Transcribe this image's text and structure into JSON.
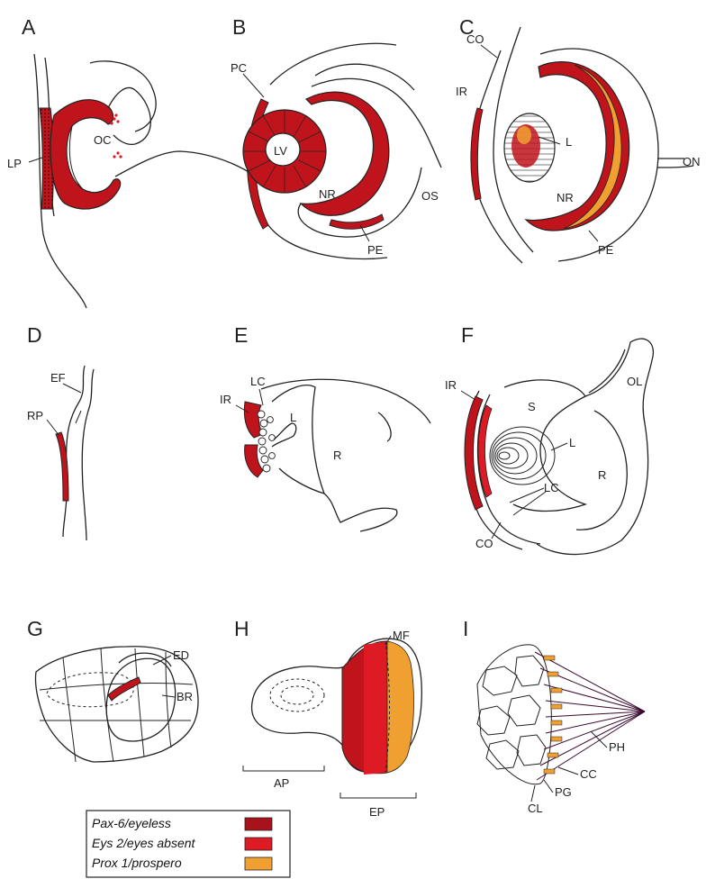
{
  "colors": {
    "pax6": "#a8121a",
    "eys2": "#de1a24",
    "prox1": "#f0a030",
    "line": "#222222"
  },
  "panels": {
    "A": {
      "letter": "A",
      "labels": {
        "lp": "LP",
        "oc": "OC"
      }
    },
    "B": {
      "letter": "B",
      "labels": {
        "pc": "PC",
        "lv": "LV",
        "nr": "NR",
        "os": "OS",
        "pe": "PE"
      }
    },
    "C": {
      "letter": "C",
      "labels": {
        "co": "CO",
        "ir": "IR",
        "l": "L",
        "on": "ON",
        "nr": "NR",
        "pe": "PE"
      }
    },
    "D": {
      "letter": "D",
      "labels": {
        "ef": "EF",
        "rp": "RP"
      }
    },
    "E": {
      "letter": "E",
      "labels": {
        "lc": "LC",
        "ir": "IR",
        "l": "L",
        "r": "R"
      }
    },
    "F": {
      "letter": "F",
      "labels": {
        "ir": "IR",
        "ol": "OL",
        "s": "S",
        "l": "L",
        "lc": "LC",
        "r": "R",
        "co": "CO"
      }
    },
    "G": {
      "letter": "G",
      "labels": {
        "ed": "ED",
        "br": "BR"
      }
    },
    "H": {
      "letter": "H",
      "labels": {
        "mf": "MF",
        "ap": "AP",
        "ep": "EP"
      }
    },
    "I": {
      "letter": "I",
      "labels": {
        "ph": "PH",
        "cc": "CC",
        "pg": "PG",
        "cl": "CL"
      }
    }
  },
  "legend": {
    "items": [
      {
        "label": "Pax-6/eyeless",
        "color": "#a8121a"
      },
      {
        "label": "Eys 2/eyes absent",
        "color": "#de1a24"
      },
      {
        "label": "Prox 1/prospero",
        "color": "#f0a030"
      }
    ]
  }
}
